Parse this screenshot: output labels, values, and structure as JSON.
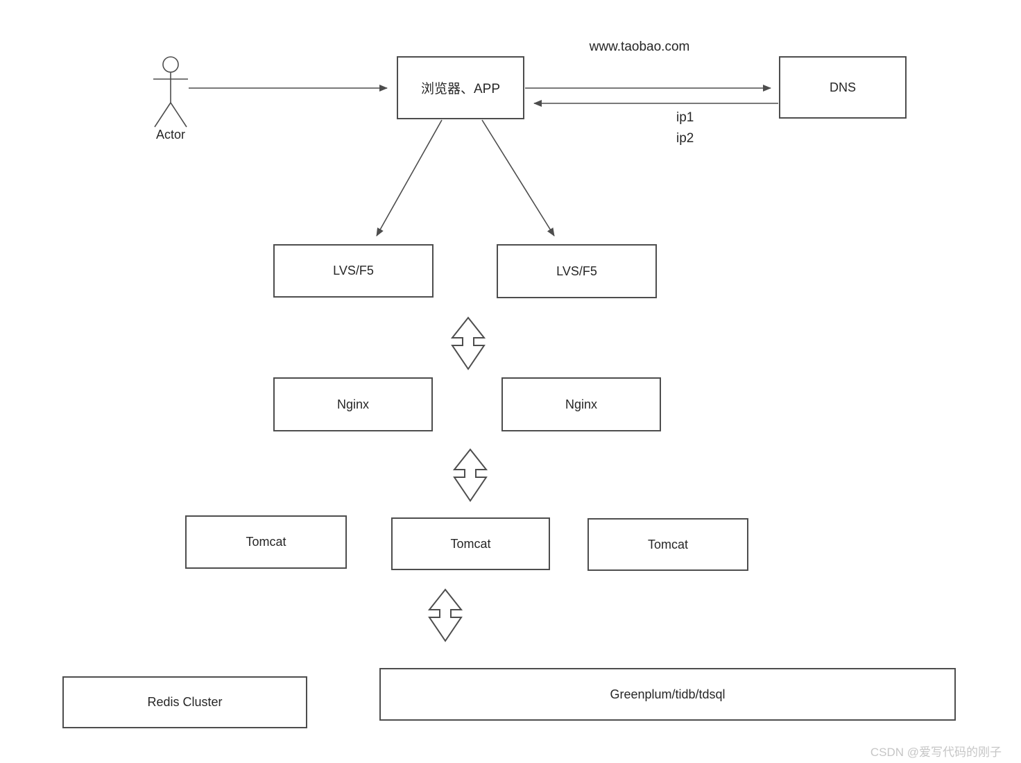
{
  "diagram": {
    "actor_label": "Actor",
    "domain_label": "www.taobao.com",
    "ip1": "ip1",
    "ip2": "ip2",
    "nodes": {
      "browser": "浏览器、APP",
      "dns": "DNS",
      "lvs_left": "LVS/F5",
      "lvs_right": "LVS/F5",
      "nginx_left": "Nginx",
      "nginx_right": "Nginx",
      "tomcat_left": "Tomcat",
      "tomcat_center": "Tomcat",
      "tomcat_right": "Tomcat",
      "redis": "Redis Cluster",
      "database": "Greenplum/tidb/tdsql"
    },
    "edges": [
      {
        "from": "actor",
        "to": "browser",
        "type": "arrow",
        "direction": "right"
      },
      {
        "from": "browser",
        "to": "dns",
        "type": "arrow",
        "direction": "right",
        "label": "www.taobao.com"
      },
      {
        "from": "dns",
        "to": "browser",
        "type": "arrow",
        "direction": "left",
        "label": "ip1 ip2"
      },
      {
        "from": "browser",
        "to": "lvs_left",
        "type": "arrow",
        "direction": "down"
      },
      {
        "from": "browser",
        "to": "lvs_right",
        "type": "arrow",
        "direction": "down"
      },
      {
        "from": "lvs_row",
        "to": "nginx_row",
        "type": "bidirectional-arrow"
      },
      {
        "from": "nginx_row",
        "to": "tomcat_row",
        "type": "bidirectional-arrow"
      },
      {
        "from": "tomcat_row",
        "to": "database_row",
        "type": "bidirectional-arrow"
      }
    ]
  },
  "watermark": "CSDN @爱写代码的刚子",
  "colors": {
    "line": "#4d4d4d",
    "text": "#262626",
    "watermark": "#c6c6c6",
    "background": "#ffffff"
  }
}
